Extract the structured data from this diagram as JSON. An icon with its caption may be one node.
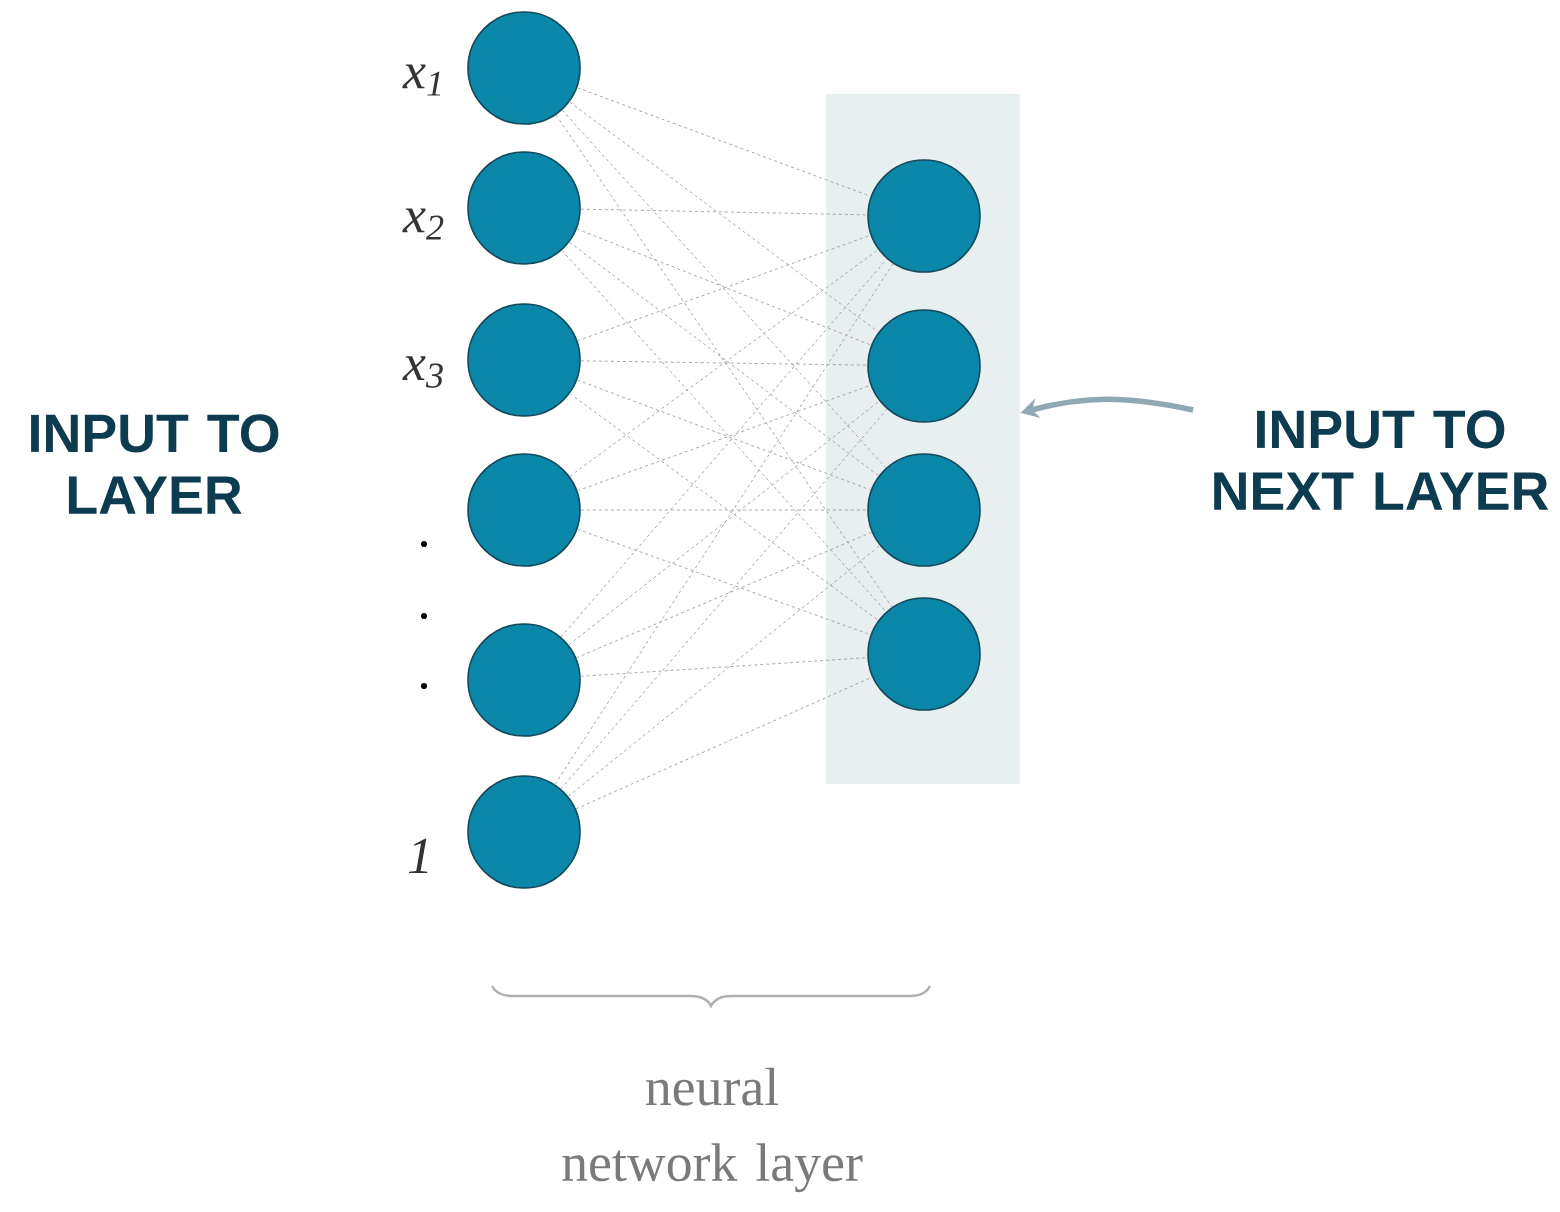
{
  "diagram": {
    "nodes": [
      {
        "text": [],
        "shape": "circle",
        "beside": [
          "x$_{1}$"
        ]
      },
      {
        "text": [],
        "shape": "circle",
        "beside": [
          "x$_{2}$"
        ]
      },
      {
        "text": [],
        "shape": "circle",
        "beside": [
          "x$_{3}$"
        ]
      },
      {
        "text": [],
        "shape": "circle"
      },
      {
        "text": [],
        "shape": "circle"
      },
      {
        "text": [],
        "shape": "circle",
        "beside": [
          "1"
        ]
      },
      {
        "text": [],
        "shape": "box"
      },
      {
        "text": [],
        "shape": "circle",
        "in": 6
      },
      {
        "text": [],
        "shape": "circle",
        "in": 6
      },
      {
        "text": [],
        "shape": "circle",
        "in": 6
      },
      {
        "text": [],
        "shape": "circle",
        "in": 6
      },
      {
        "text": [
          "INPUT TO NEXT LAYER"
        ]
      }
    ],
    "edges": [
      {
        "from": 0,
        "to": 7,
        "arrow": "none",
        "style": "dashed"
      },
      {
        "from": 0,
        "to": 8,
        "arrow": "none",
        "style": "dashed"
      },
      {
        "from": 0,
        "to": 9,
        "arrow": "none",
        "style": "dashed"
      },
      {
        "from": 0,
        "to": 10,
        "arrow": "none",
        "style": "dashed"
      },
      {
        "from": 1,
        "to": 7,
        "arrow": "none",
        "style": "dashed"
      },
      {
        "from": 1,
        "to": 8,
        "arrow": "none",
        "style": "dashed"
      },
      {
        "from": 1,
        "to": 9,
        "arrow": "none",
        "style": "dashed"
      },
      {
        "from": 1,
        "to": 10,
        "arrow": "none",
        "style": "dashed"
      },
      {
        "from": 2,
        "to": 7,
        "arrow": "none",
        "style": "dashed"
      },
      {
        "from": 2,
        "to": 8,
        "arrow": "none",
        "style": "dashed"
      },
      {
        "from": 2,
        "to": 9,
        "arrow": "none",
        "style": "dashed"
      },
      {
        "from": 2,
        "to": 10,
        "arrow": "none",
        "style": "dashed"
      },
      {
        "from": 3,
        "to": 7,
        "arrow": "none",
        "style": "dashed"
      },
      {
        "from": 3,
        "to": 8,
        "arrow": "none",
        "style": "dashed"
      },
      {
        "from": 3,
        "to": 9,
        "arrow": "none",
        "style": "dashed"
      },
      {
        "from": 3,
        "to": 10,
        "arrow": "none",
        "style": "dashed"
      },
      {
        "from": 4,
        "to": 7,
        "arrow": "none",
        "style": "dashed"
      },
      {
        "from": 4,
        "to": 8,
        "arrow": "none",
        "style": "dashed"
      },
      {
        "from": 4,
        "to": 9,
        "arrow": "none",
        "style": "dashed"
      },
      {
        "from": 4,
        "to": 10,
        "arrow": "none",
        "style": "dashed"
      },
      {
        "from": 5,
        "to": 7,
        "arrow": "none",
        "style": "dashed"
      },
      {
        "from": 5,
        "to": 8,
        "arrow": "none",
        "style": "dashed"
      },
      {
        "from": 5,
        "to": 9,
        "arrow": "none",
        "style": "dashed"
      },
      {
        "from": 5,
        "to": 10,
        "arrow": "none",
        "style": "dashed"
      },
      {
        "from": 11,
        "to": 6,
        "arrow": "to",
        "style": "thick",
        "color": "#8fa8b2"
      }
    ],
    "labels": [
      "INPUT TO LAYER",
      ".",
      ".",
      ".",
      "neural network layer"
    ]
  }
}
